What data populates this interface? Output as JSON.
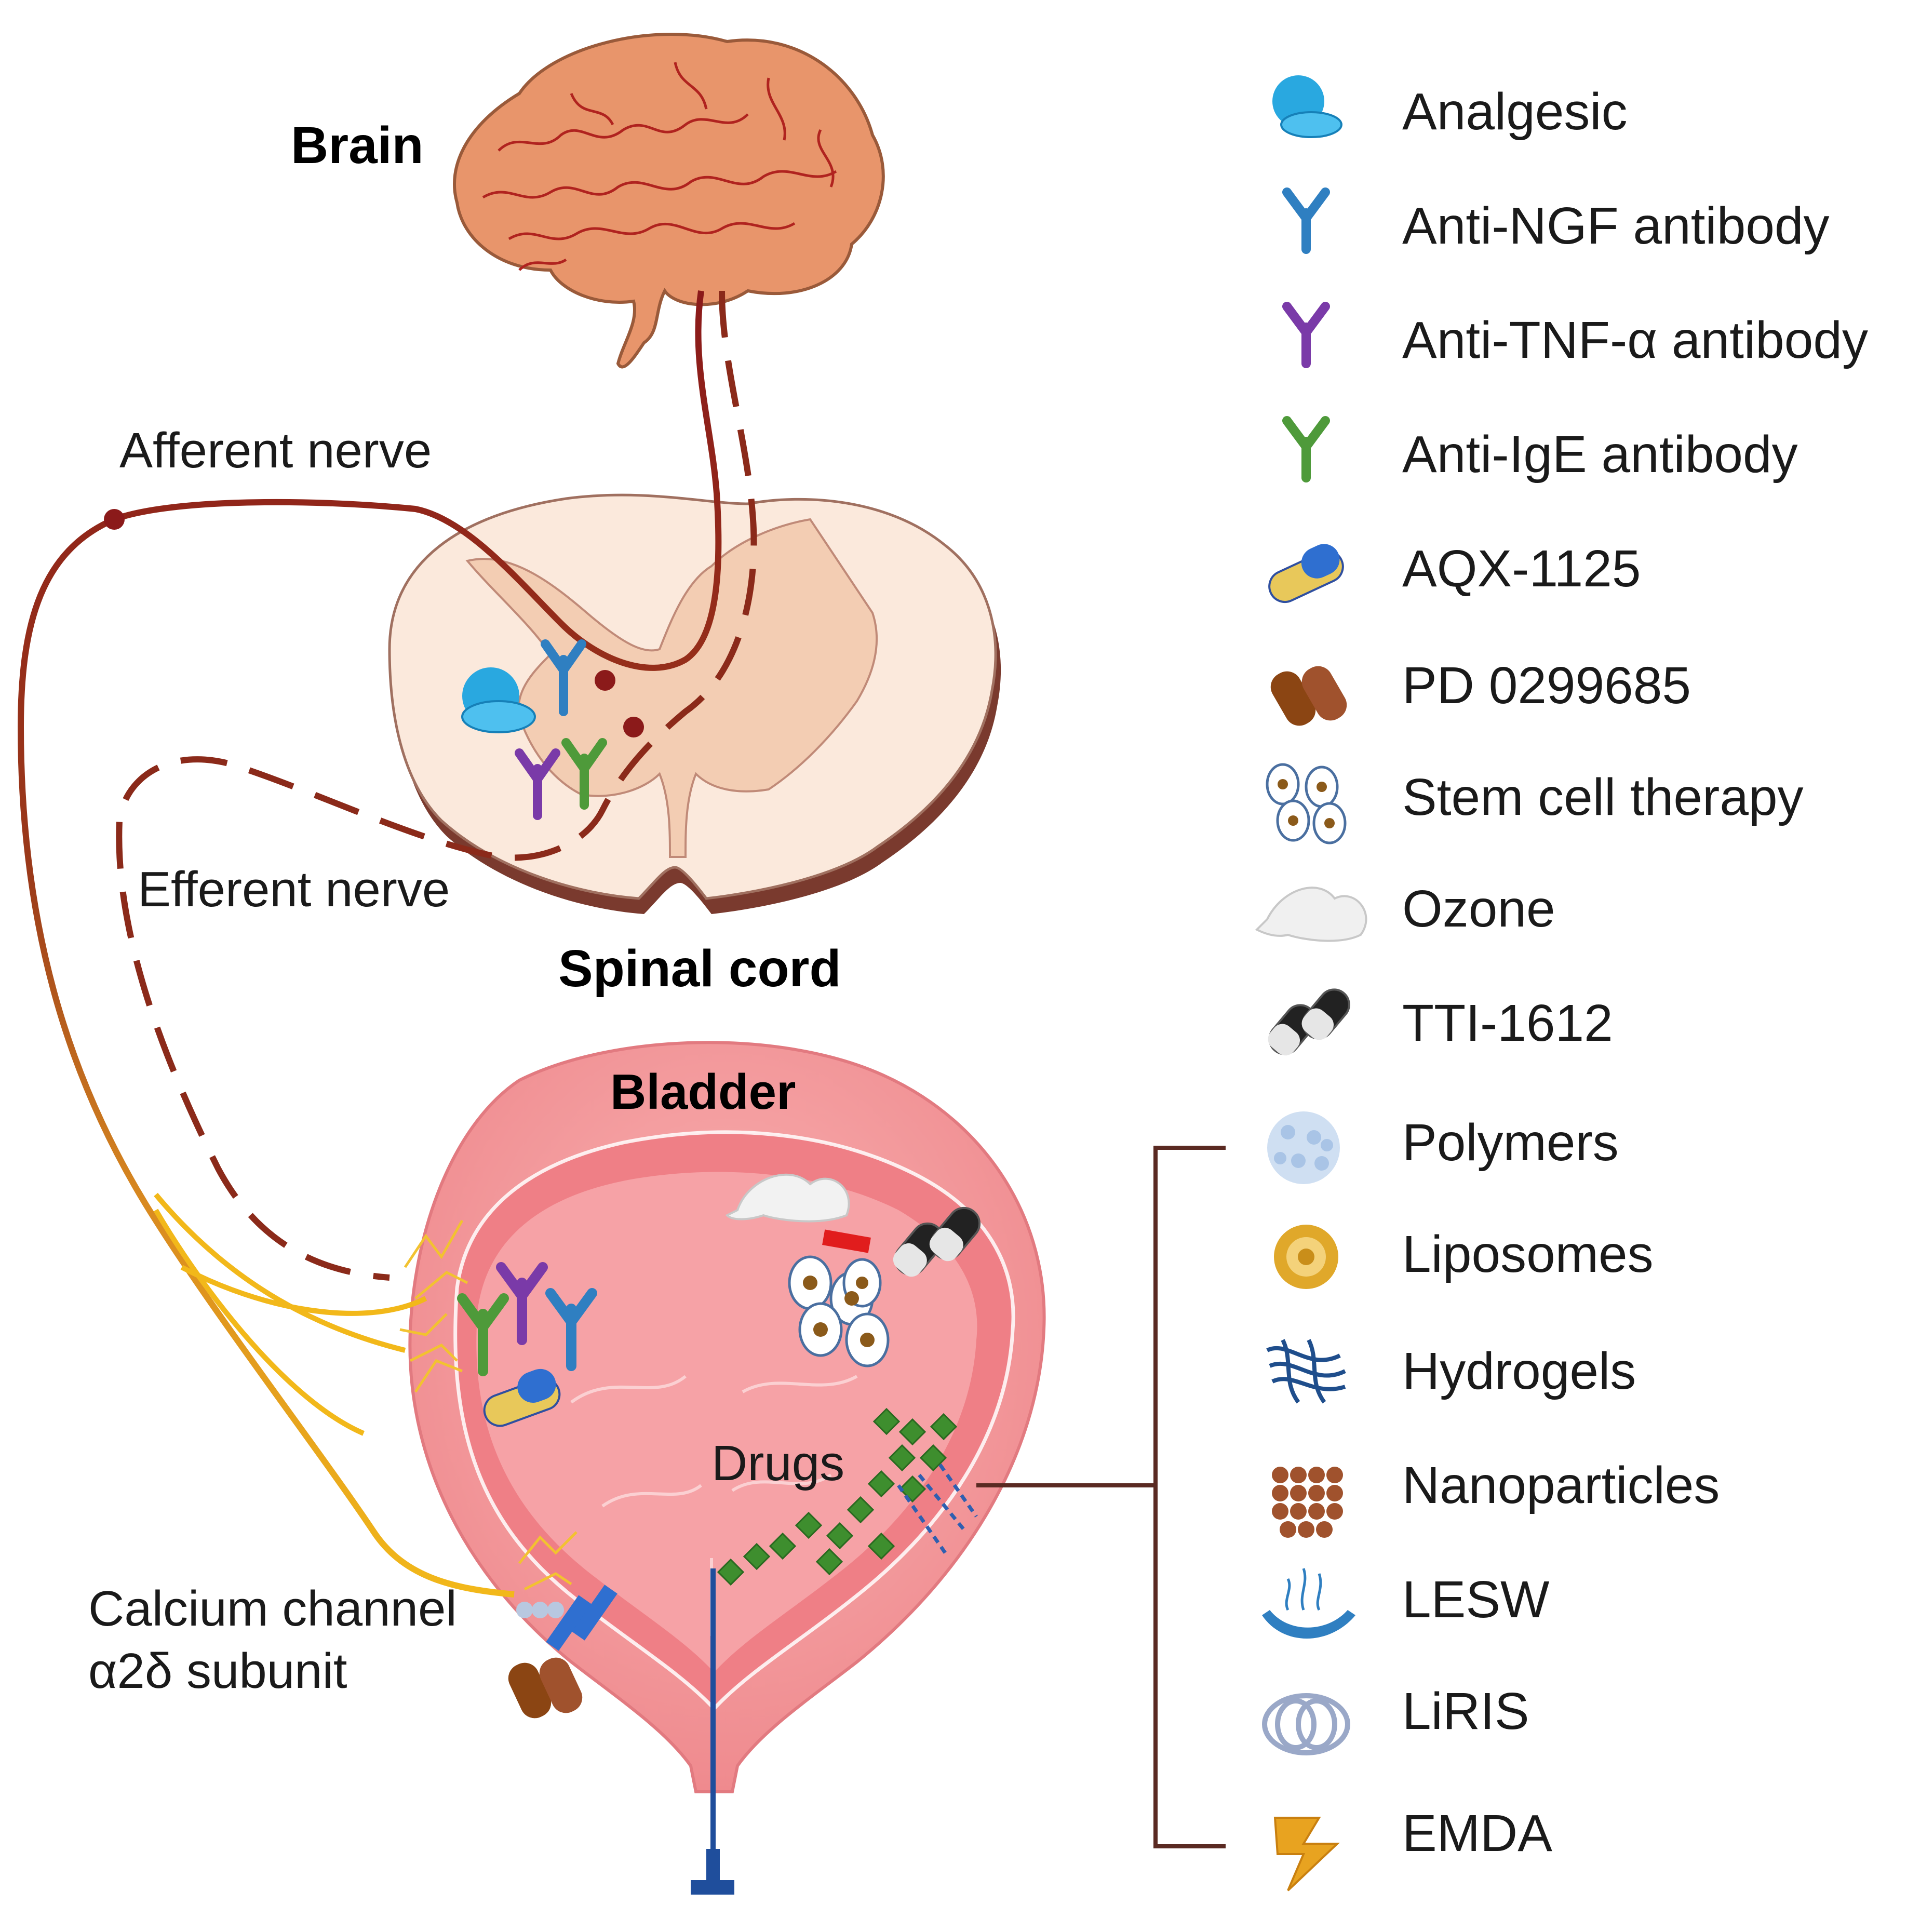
{
  "labels": {
    "brain": "Brain",
    "afferent_nerve": "Afferent nerve",
    "efferent_nerve": "Efferent nerve",
    "spinal_cord": "Spinal cord",
    "bladder": "Bladder",
    "drugs": "Drugs",
    "calcium_channel_line1": "Calcium channel",
    "calcium_channel_line2": "α2δ subunit"
  },
  "legend": [
    {
      "label": "Analgesic",
      "icon": "pill-icon",
      "color": "#29a8e0"
    },
    {
      "label": "Anti-NGF antibody",
      "icon": "antibody-icon",
      "color": "#2f7fc1"
    },
    {
      "label": "Anti-TNF-α antibody",
      "icon": "antibody-icon",
      "color": "#7a3aa8"
    },
    {
      "label": "Anti-IgE antibody",
      "icon": "antibody-icon",
      "color": "#4e9a3a"
    },
    {
      "label": "AQX-1125",
      "icon": "capsule-icon",
      "color": "#2f6fd0"
    },
    {
      "label": "PD 0299685",
      "icon": "capsule-icon",
      "color": "#8b4513"
    },
    {
      "label": "Stem cell therapy",
      "icon": "cells-icon",
      "color": "#4a6fa0"
    },
    {
      "label": "Ozone",
      "icon": "cloud-icon",
      "color": "#d9d9d9"
    },
    {
      "label": "TTI-1612",
      "icon": "capsule-icon",
      "color": "#222222"
    },
    {
      "label": "Polymers",
      "icon": "polymer-icon",
      "color": "#a9c4e6"
    },
    {
      "label": "Liposomes",
      "icon": "liposome-icon",
      "color": "#c98e1a"
    },
    {
      "label": "Hydrogels",
      "icon": "hydrogel-icon",
      "color": "#1f4e8c"
    },
    {
      "label": "Nanoparticles",
      "icon": "nanoparticle-icon",
      "color": "#a0522d"
    },
    {
      "label": "LESW",
      "icon": "shockwave-icon",
      "color": "#2f7fc1"
    },
    {
      "label": "LiRIS",
      "icon": "ring-icon",
      "color": "#9aa8c8"
    },
    {
      "label": "EMDA",
      "icon": "lightning-icon",
      "color": "#d99a1a"
    }
  ],
  "colors": {
    "brain": "#e8956b",
    "brain_lines": "#b0231f",
    "nerve": "#8b1a1a",
    "nerve_lower": "#e8b020",
    "bladder": "#f4a0a0",
    "bladder_inner": "#ef7f86",
    "spinal_cord": "#fbe9dc",
    "spinal_grey": "#f3cdb3",
    "drug": "#3e8e2e"
  }
}
